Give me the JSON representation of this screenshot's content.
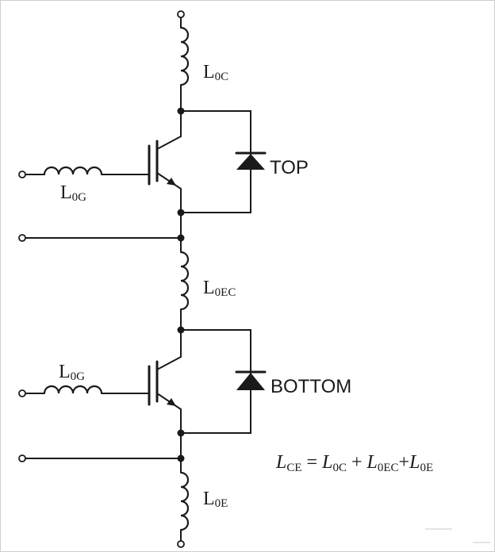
{
  "labels": {
    "l0c_main": "L",
    "l0c_sub": "0C",
    "l0g_top_main": "L",
    "l0g_top_sub": "0G",
    "top": "TOP",
    "l0ec_main": "L",
    "l0ec_sub": "0EC",
    "l0g_bot_main": "L",
    "l0g_bot_sub": "0G",
    "bottom": "BOTTOM",
    "l0e_main": "L",
    "l0e_sub": "0E"
  },
  "equation": {
    "lhs_main": "L",
    "lhs_sub": "CE",
    "eq": " = ",
    "t1_main": "L",
    "t1_sub": "0C",
    "plus1": " + ",
    "t2_main": "L",
    "t2_sub": "0EC",
    "plus2": "+",
    "t3_main": "L",
    "t3_sub": "0E"
  }
}
